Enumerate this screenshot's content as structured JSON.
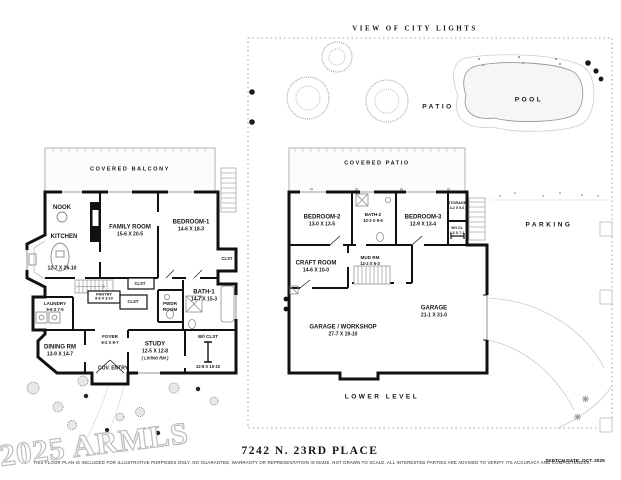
{
  "page": {
    "title": "7242 N. 23RD PLACE",
    "disclaimer": "THIS FLOOR PLAN IS INCLUDED FOR ILLUSTRATIVE PURPOSES ONLY.  NO GUARANTEE, WARRANTY OR REPRESENTATION IS MADE.  NOT DRAWN TO SCALE.  ALL INTERESTED PARTIES ARE ADVISED TO VERIFY ITS ACCURACY AND COMPLETENESS.",
    "sketch_date": "SKETCH DATE:  OCT. 2025",
    "watermark": "2025 ARMLS"
  },
  "site": {
    "view_label": "VIEW OF CITY LIGHTS",
    "patio": "PATIO",
    "pool": "POOL",
    "parking": "PARKING"
  },
  "main_level": {
    "covered_balcony": "COVERED BALCONY",
    "nook": "NOOK",
    "kitchen": {
      "name": "KITCHEN",
      "dims": "12-7 X 26-10"
    },
    "family_room": {
      "name": "FAMILY ROOM",
      "dims": "15-6  X  20-5"
    },
    "bedroom1": {
      "name": "BEDROOM-1",
      "dims": "14-6  X  18-3"
    },
    "fireplace": "FP",
    "laundry": {
      "name": "LAUNDRY",
      "dims": "9-6 X 7-5"
    },
    "pantry": {
      "name": "PANTRY",
      "dims": "8-8 X 3-10"
    },
    "clst1": "CLST",
    "clst2": "CLST",
    "clst3": "CLST",
    "pwdr_room": {
      "line1": "PWDR",
      "line2": "ROOM"
    },
    "bath1": {
      "name": "BATH-1",
      "dims": "14-7 X 15-3"
    },
    "dining": {
      "name": "DINING RM",
      "dims": "13-9 X 14-7"
    },
    "foyer": {
      "name": "FOYER",
      "dims": "9-2 X 9-7"
    },
    "study": {
      "name": "STUDY",
      "dims": "12-5 X 12-8",
      "alt": "( LIVING RM )"
    },
    "cov_entry": "COV. ENTRY",
    "wi_clst": {
      "name": "W/I  CLST",
      "dims": "12-8 X 10-10"
    }
  },
  "lower_level": {
    "label": "LOWER  LEVEL",
    "covered_patio": "COVERED PATIO",
    "bedroom2": {
      "name": "BEDROOM-2",
      "dims": "13-0  X  13-5"
    },
    "bath2": {
      "name": "BATH-2",
      "dims": "10-3 X 9-6"
    },
    "bedroom3": {
      "name": "BEDROOM-3",
      "dims": "12-9  X  13-4"
    },
    "storage": {
      "name": "STORAGE",
      "dims": "4-2 X 5-6"
    },
    "wi_cl": {
      "name": "W/I CL",
      "dims": "4-6 X 7-1"
    },
    "craft_room": {
      "name": "CRAFT ROOM",
      "dims": "14-6  X  10-0"
    },
    "mud_rm": {
      "name": "MUD RM",
      "dims": "12-2 X 6-3"
    },
    "garage": {
      "name": "GARAGE",
      "dims": "21-1 X 31-0"
    },
    "garage_workshop": {
      "name": "GARAGE  /  WORKSHOP",
      "dims": "27-7  X  19-10"
    }
  }
}
